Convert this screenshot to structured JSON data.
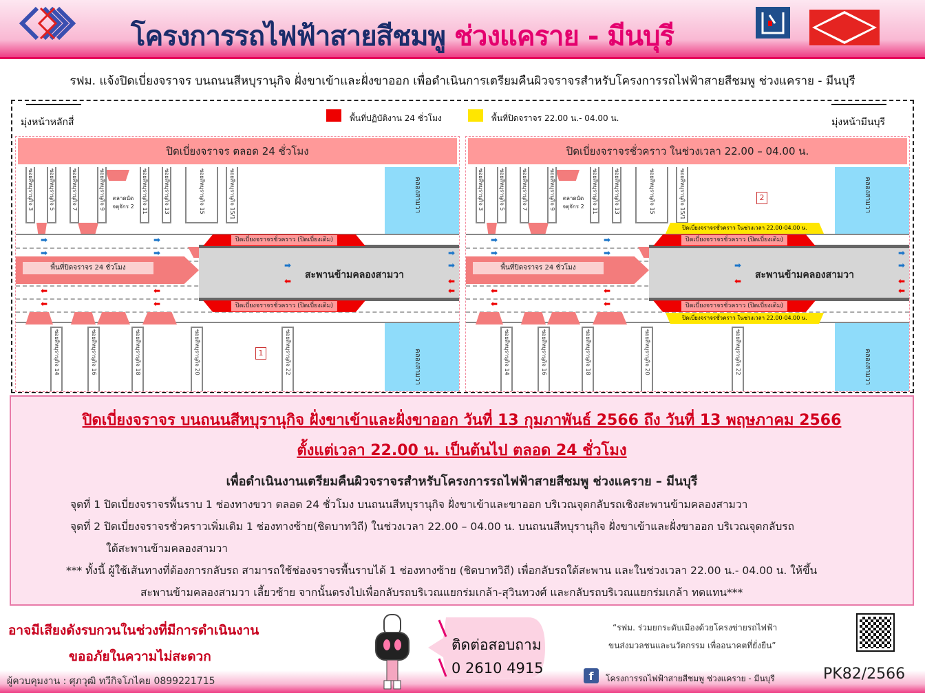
{
  "header": {
    "title_main": "โครงการรถไฟฟ้าสายสีชมพู",
    "title_section": "ช่วงแคราย - มีนบุรี",
    "logos": {
      "srt": "รฟม",
      "nbm": "nbm",
      "stecon": "STECON"
    }
  },
  "subtitle": "รฟม. แจ้งปิดเบี่ยงจราจร บนถนนสีหบุรานุกิจ ฝั่งขาเข้าและฝั่งขาออก เพื่อดำเนินการเตรียมคืนผิวจราจรสำหรับโครงการรถไฟฟ้าสายสีชมพู ช่วงแคราย - มีนบุรี",
  "diagram": {
    "direction_left": "มุ่งหน้าหลักสี่",
    "direction_right": "มุ่งหน้ามีนบุรี",
    "legend": [
      {
        "label": "พื้นที่ปฏิบัติงาน 24 ชั่วโมง",
        "color": "#e00000"
      },
      {
        "label": "พื้นที่ปิดจราจร 22.00 น.- 04.00 น.",
        "color": "#ffe600"
      }
    ],
    "panels": [
      {
        "banner": "ปิดเบี่ยงจราจร ตลอด 24 ชั่วโมง",
        "callout": "1"
      },
      {
        "banner": "ปิดเบี่ยงจราจรชั่วคราว ในช่วงเวลา 22.00 – 04.00 น.",
        "callout": "2",
        "yellow_label": "ปิดเบี่ยงจราจรชั่วคราว ในช่วงเวลา 22.00-04.00 น."
      }
    ],
    "top_sois": [
      "ซอยสีหบุรานุกิจ 3",
      "ซอยสีหบุรานุกิจ 5",
      "ซอยสีหบุรานุกิจ 7",
      "ซอยสีหบุรานุกิจ 9",
      "ซอยสีหบุรานุกิจ 11",
      "ซอยสีหบุรานุกิจ 13",
      "ซอยสีหบุรานุกิจ 15",
      "ซอยสีหบุรานุกิจ 15/1"
    ],
    "bottom_sois": [
      "ซอยสีหบุรานุกิจ 14",
      "ซอยสีหบุรานุกิจ 16",
      "ซอยสีหบุรานุกิจ 18",
      "ซอยสีหบุรานุกิจ 20",
      "ซอยสีหบุรานุกิจ 22"
    ],
    "market": "ตลาดนัด จตุจักร 2",
    "canal": "คลองสามวา",
    "bridge": "สะพานข้ามคลองสามวา",
    "closed_area": "พื้นที่ปิดจราจร 24 ชั่วโมง",
    "strip_label": "ปิดเบี่ยงจราจรชั่วคราว (ปิดเบี่ยงเดิม)"
  },
  "notice": {
    "headline1": "ปิดเบี่ยงจราจร บนถนนสีหบุรานุกิจ ฝั่งขาเข้าและฝั่งขาออก วันที่ 13 กุมภาพันธ์ 2566 ถึง วันที่ 13 พฤษภาคม 2566",
    "headline2": "ตั้งแต่เวลา 22.00 น. เป็นต้นไป ตลอด 24 ชั่วโมง",
    "purpose": "เพื่อดำเนินงานเตรียมคืนผิวจราจรสำหรับโครงการรถไฟฟ้าสายสีชมพู ช่วงแคราย – มีนบุรี",
    "point1": "จุดที่ 1 ปิดเบี่ยงจราจรพื้นราบ 1 ช่องทางขวา ตลอด 24 ชั่วโมง บนถนนสีหบุรานุกิจ ฝั่งขาเข้าและขาออก บริเวณจุดกลับรถเชิงสะพานข้ามคลองสามวา",
    "point2a": "จุดที่ 2 ปิดเบี่ยงจราจรชั่วคราวเพิ่มเติม 1 ช่องทางซ้าย(ชิดบาทวิถี) ในช่วงเวลา 22.00 – 04.00 น. บนถนนสีหบุรานุกิจ ฝั่งขาเข้าและฝั่งขาออก บริเวณจุดกลับรถ",
    "point2b": "ใต้สะพานข้ามคลองสามวา",
    "note_a": "*** ทั้งนี้ ผู้ใช้เส้นทางที่ต้องการกลับรถ สามารถใช้ช่องจราจรพื้นราบได้ 1 ช่องทางซ้าย (ชิดบาทวิถี) เพื่อกลับรถใต้สะพาน และในช่วงเวลา 22.00 น.- 04.00 น. ให้ขึ้น",
    "note_b": "สะพานข้ามคลองสามวา เลี้ยวซ้าย จากนั้นตรงไปเพื่อกลับรถบริเวณแยกร่มเกล้า-สุวินทวงศ์ และกลับรถบริเวณแยกร่มเกล้า ทดแทน***"
  },
  "footer": {
    "apology1": "อาจมีเสียงดังรบกวนในช่วงที่มีการดำเนินงาน",
    "apology2": "ขออภัยในความไม่สะดวก",
    "supervisor": "ผู้ควบคุมงาน : ศุภวุฒิ ทวีกิจโภไคย 0899221715",
    "contact_label": "ติดต่อสอบถาม",
    "contact_phone": "0 2610 4915",
    "slogan1": "“รฟม. ร่วมยกระดับเมืองด้วยโครงข่ายรถไฟฟ้า",
    "slogan2": "ขนส่งมวลชนและนวัตกรรม เพื่ออนาคตที่ยั่งยืน”",
    "facebook": "โครงการรถไฟฟ้าสายสีชมพู ช่วงแคราย - มีนบุรี",
    "doc_code": "PK82/2566"
  }
}
